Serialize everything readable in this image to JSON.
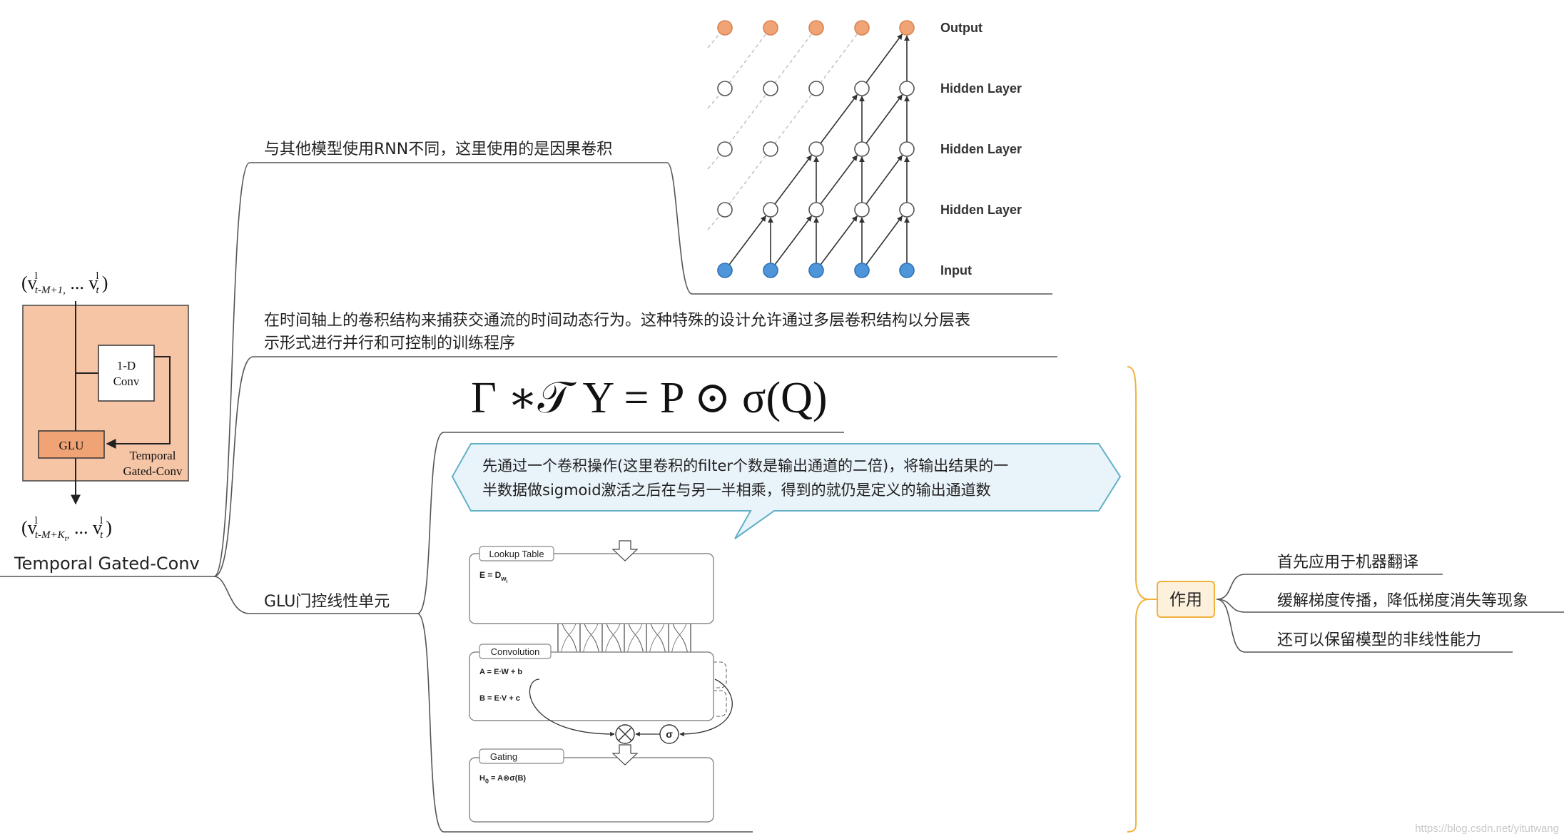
{
  "root_topic": "Temporal Gated-Conv",
  "branches": {
    "causal": "与其他模型使用RNN不同，这里使用的是因果卷积",
    "temporal_line1": "在时间轴上的卷积结构来捕获交通流的时间动态行为。这种特殊的设计允许通过多层卷积结构以分层表",
    "temporal_line2": "示形式进行并行和可控制的训练程序",
    "glu": "GLU门控线性单元",
    "callout_line1": "先通过一个卷积操作(这里卷积的filter个数是输出通道的二倍)，将输出结果的一",
    "callout_line2": "半数据做sigmoid激活之后在与另一半相乘，得到的就仍是定义的输出通道数"
  },
  "effect": {
    "label": "作用",
    "items": [
      "首先应用于机器翻译",
      "缓解梯度传播，降低梯度消失等现象",
      "还可以保留模型的非线性能力"
    ]
  },
  "formula": "Γ ∗𝒯 Y = P ⊙ σ(Q)",
  "tgc_figure": {
    "top_v": "(v",
    "top_sup": "l",
    "top_sub": "t-M+1,",
    "top_mid": " ... v",
    "top_sup2": "l",
    "top_sub2": "t",
    "top_close": ")",
    "bottom_v": "(v",
    "bottom_sup": "l",
    "bottom_sub": "t-M+K",
    "bottom_subsub": "t",
    "bottom_comma": ",",
    "bottom_mid": " ... v",
    "bottom_sup2": "l",
    "bottom_sub2": "t",
    "bottom_close": ")",
    "conv_line1": "1-D",
    "conv_line2": "Conv",
    "glu": "GLU",
    "caption1": "Temporal",
    "caption2": "Gated-Conv"
  },
  "causal_figure": {
    "labels": [
      "Output",
      "Hidden Layer",
      "Hidden Layer",
      "Hidden Layer",
      "Input"
    ],
    "colors": {
      "output": "#f0a476",
      "input": "#4f95da",
      "hidden": "#ffffff"
    }
  },
  "glu_figure": {
    "lookup": "Lookup Table",
    "e_eq": "E = D",
    "e_sub": "w",
    "e_subsub": "i",
    "convolution": "Convolution",
    "a_eq": "A = E∙W + b",
    "b_eq": "B = E∙V + c",
    "gating": "Gating",
    "h_eq": "H",
    "h_sub": "0",
    "h_rest": " = A⊗σ(B)",
    "sigma": "σ"
  },
  "watermark": "https://blog.csdn.net/yitutwang",
  "colors": {
    "peach": "#f5c5a6",
    "effect_bracket": "#f0b23c",
    "callout_fill": "#e9f3fa",
    "callout_stroke": "#62b0c6"
  }
}
